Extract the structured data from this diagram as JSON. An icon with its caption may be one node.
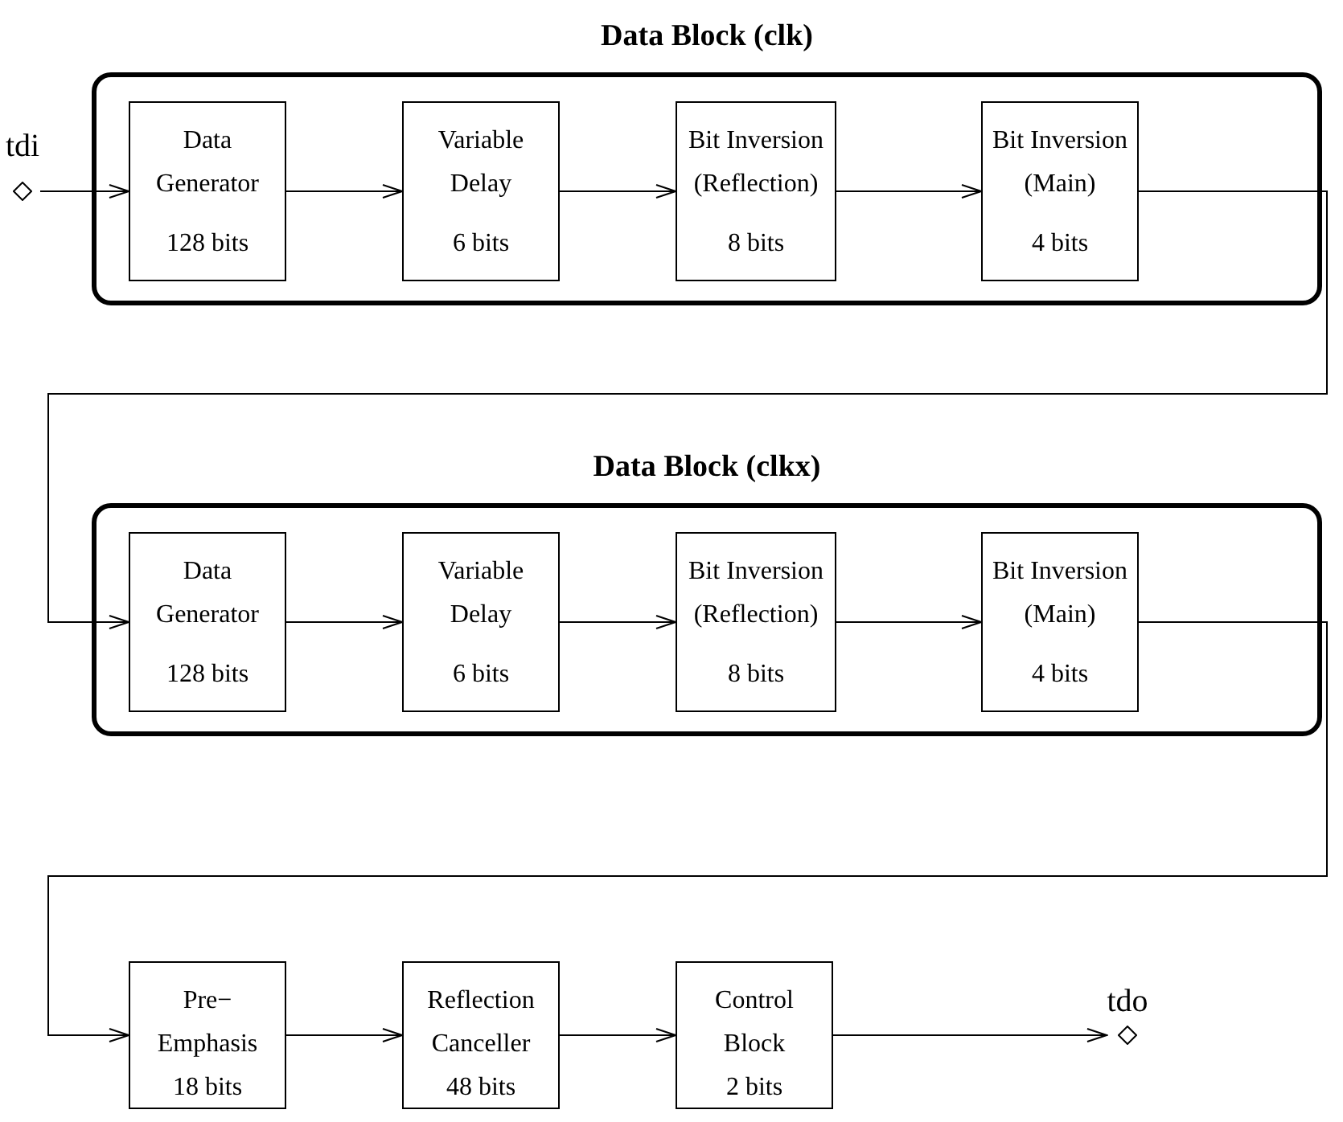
{
  "diagram": {
    "nodes": [
      {
        "text": [
          "Data Block (clk)"
        ]
      },
      {
        "text": [
          "tdi"
        ]
      },
      {
        "text": [
          "Data Generator",
          "128 bits"
        ],
        "in": 0
      },
      {
        "text": [
          "Variable Delay",
          "6 bits"
        ],
        "in": 0
      },
      {
        "text": [
          "Bit Inversion (Reflection)",
          "8 bits"
        ],
        "in": 0
      },
      {
        "text": [
          "Bit Inversion (Main)",
          "4 bits"
        ],
        "in": 0
      },
      {
        "text": [
          "Data Block (clkx)"
        ]
      },
      {
        "text": [
          "Data Generator",
          "128 bits"
        ],
        "in": 6
      },
      {
        "text": [
          "Variable Delay",
          "6 bits"
        ],
        "in": 6
      },
      {
        "text": [
          "Bit Inversion (Reflection)",
          "8 bits"
        ],
        "in": 6
      },
      {
        "text": [
          "Bit Inversion (Main)",
          "4 bits"
        ],
        "in": 6
      },
      {
        "text": [
          "Pre− Emphasis",
          "18 bits"
        ]
      },
      {
        "text": [
          "Reflection Canceller",
          "48 bits"
        ]
      },
      {
        "text": [
          "Control Block",
          "2 bits"
        ]
      },
      {
        "text": [
          "tdo"
        ]
      }
    ],
    "edges": [
      {
        "from": 1,
        "to": 2,
        "arrow": "to"
      },
      {
        "from": 2,
        "to": 3,
        "arrow": "to"
      },
      {
        "from": 3,
        "to": 4,
        "arrow": "to"
      },
      {
        "from": 4,
        "to": 5,
        "arrow": "to"
      },
      {
        "from": 5,
        "to": 7,
        "arrow": "to"
      },
      {
        "from": 7,
        "to": 8,
        "arrow": "to"
      },
      {
        "from": 8,
        "to": 9,
        "arrow": "to"
      },
      {
        "from": 9,
        "to": 10,
        "arrow": "to"
      },
      {
        "from": 10,
        "to": 11,
        "arrow": "to"
      },
      {
        "from": 11,
        "to": 12,
        "arrow": "to"
      },
      {
        "from": 12,
        "to": 13,
        "arrow": "to"
      },
      {
        "from": 13,
        "to": 14,
        "arrow": "to"
      }
    ]
  }
}
